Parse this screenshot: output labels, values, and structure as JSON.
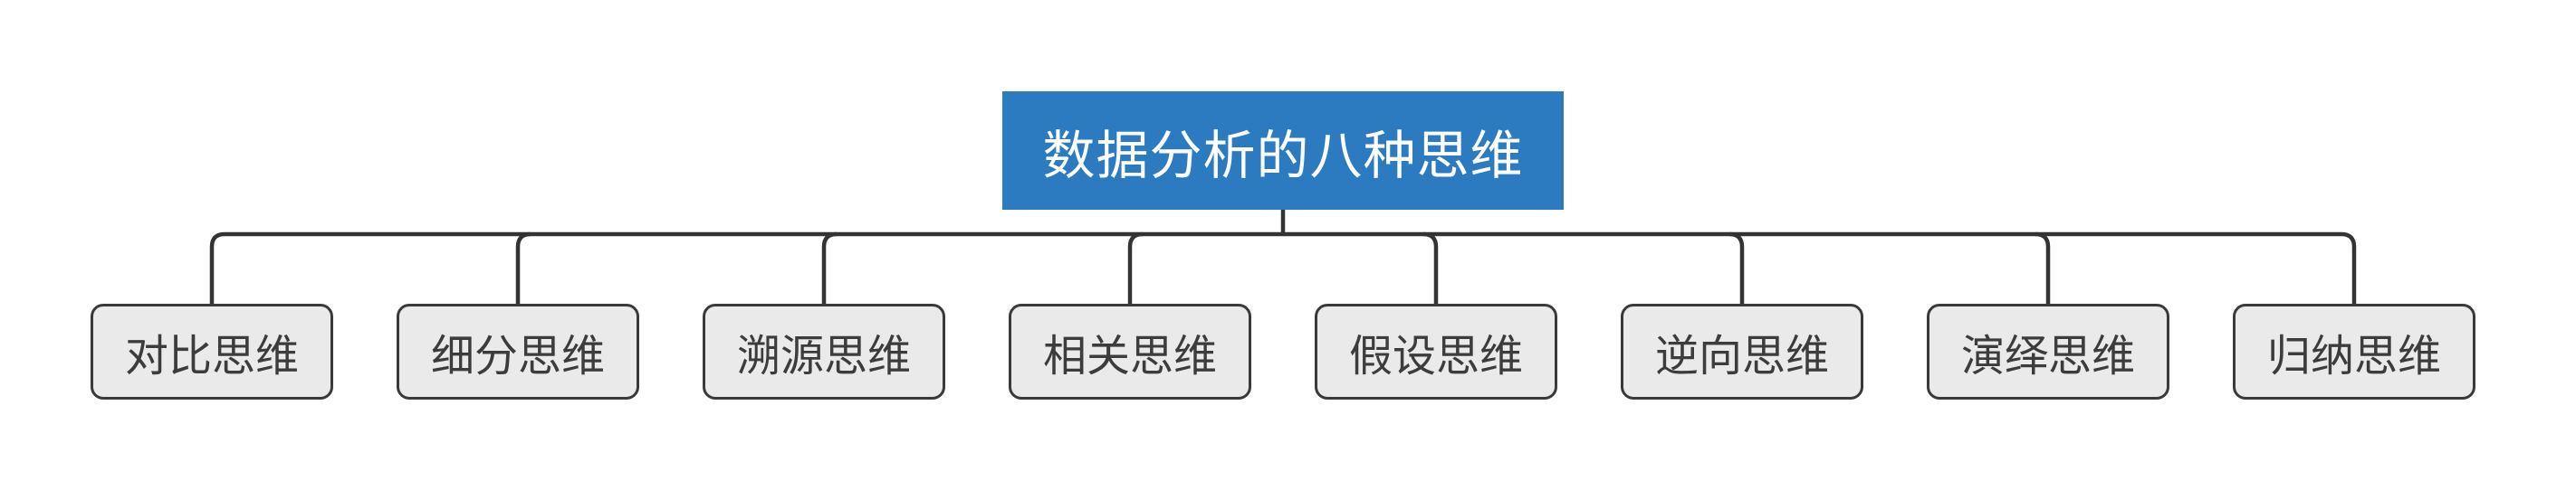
{
  "diagram": {
    "root": {
      "label": "数据分析的八种思维"
    },
    "children": [
      {
        "label": "对比思维"
      },
      {
        "label": "细分思维"
      },
      {
        "label": "溯源思维"
      },
      {
        "label": "相关思维"
      },
      {
        "label": "假设思维"
      },
      {
        "label": "逆向思维"
      },
      {
        "label": "演绎思维"
      },
      {
        "label": "归纳思维"
      }
    ],
    "colors": {
      "root_bg": "#2C7BC0",
      "root_text": "#FFFFFF",
      "child_bg": "#EAEAEA",
      "child_border": "#3A3A3A",
      "child_text": "#3C3C3C",
      "connector": "#333333",
      "canvas_bg": "#FFFFFF"
    }
  }
}
